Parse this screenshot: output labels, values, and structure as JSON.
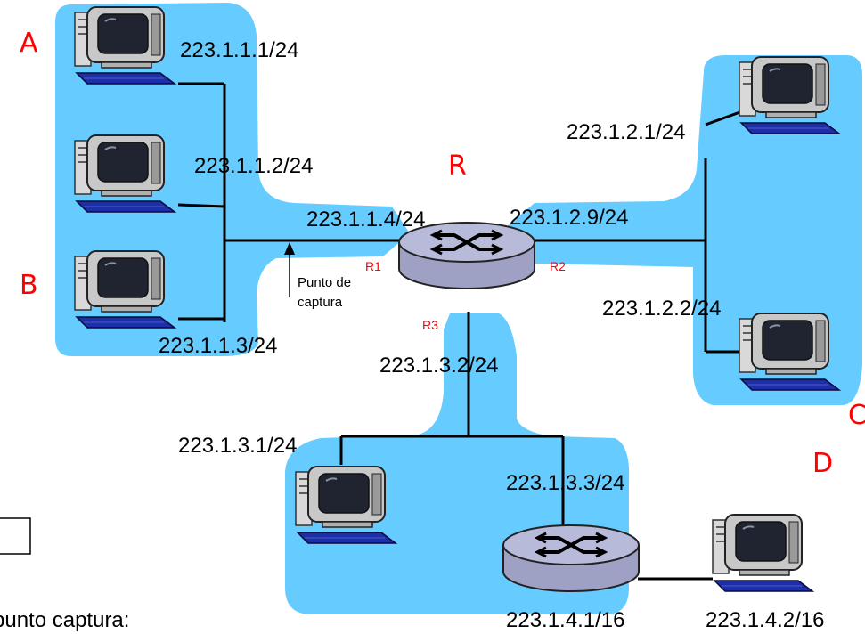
{
  "colors": {
    "subnet": "#66ccff",
    "router": "#9fa1c4",
    "router_top": "#b8bada",
    "screen": "#1f2430",
    "monitor": "#c8c8c8",
    "keyboard": "#1c2fa8",
    "handwriting": "#ff0000",
    "interface_label": "#ff0000"
  },
  "nodes": {
    "host_a": "A",
    "host_b": "B",
    "host_c": "C",
    "host_d": "D",
    "router_main": "R"
  },
  "addresses": {
    "a1": "223.1.1.1/24",
    "a2": "223.1.1.2/24",
    "a3": "223.1.1.3/24",
    "r_if1": "223.1.1.4/24",
    "r_if2": "223.1.2.9/24",
    "r_if3": "223.1.3.2/24",
    "c1": "223.1.2.1/24",
    "c2": "223.1.2.2/24",
    "s31": "223.1.3.1/24",
    "s33": "223.1.3.3/24",
    "d_router": "223.1.4.1/16",
    "d_host": "223.1.4.2/16"
  },
  "interfaces": {
    "r1": "R1",
    "r2": "R2",
    "r3": "R3"
  },
  "capture": {
    "line1": "Punto de",
    "line2": "captura",
    "caption": "punto captura:"
  },
  "icons": {
    "host": "desktop-computer-icon",
    "router": "router-icon"
  }
}
